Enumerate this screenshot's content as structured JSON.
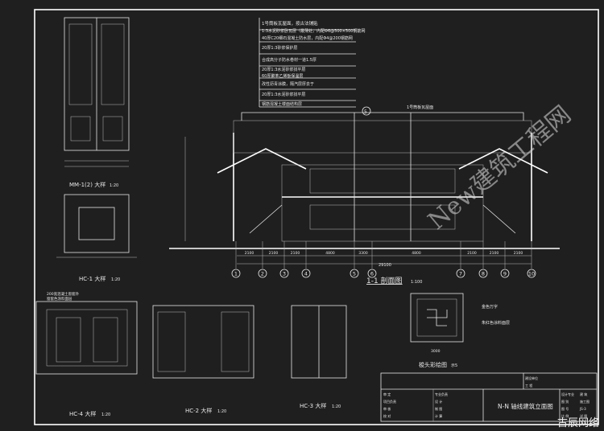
{
  "notes": [
    "1号筒板瓦屋面，按古法铺贴",
    "1:3水泥砂浆卧瓦层（最薄处，内配Φ6@500×500钢筋网",
    "40厚C20细石混凝土防水层，内配Φ4@200钢筋网",
    "20厚1:3砂浆保护层",
    "合成高分子防水卷材一道1.5厚",
    "20厚1:3水泥砂浆找平层",
    "60厚聚苯乙烯板保温层",
    "改性沥青涂膜，隔汽层厚去于",
    "20厚1:3水泥砂浆找平层",
    "钢筋混凝土楼面结构层"
  ],
  "section": {
    "roof_label": "1号筒板瓦屋面",
    "title": "1-1 剖面图",
    "scale": "1:100",
    "axes": [
      "1",
      "2",
      "3",
      "4",
      "5",
      "6",
      "7",
      "8",
      "9",
      "10"
    ],
    "dims": [
      "2100",
      "2100",
      "2100",
      "4800",
      "3300",
      "4800",
      "2100",
      "2100",
      "2100"
    ],
    "total": "29100",
    "callout": "5"
  },
  "details": {
    "mm1": {
      "title": "MM-1(2) 大样",
      "scale": "1:20"
    },
    "hc1": {
      "title": "HC-1 大样",
      "scale": "1:20"
    },
    "hc2": {
      "title": "HC-2 大样",
      "scale": "1:20"
    },
    "hc3": {
      "title": "HC-3 大样",
      "scale": "1:20"
    },
    "hc4": {
      "title": "HC-4 大样",
      "scale": "1:20"
    },
    "paint": {
      "title": "梭头彩绘图",
      "scale": "示5",
      "label1": "金色万字",
      "label2": "朱红色涂料面层",
      "dim": "3000"
    },
    "hc4_note": [
      "200宽混凝土窗套外",
      "窗套色涂料面层"
    ]
  },
  "titleblock": {
    "client": "建设单位",
    "project": "工  程",
    "left": [
      "审 定",
      "项目负责",
      "审 核",
      "校 对"
    ],
    "mid": [
      "专业负责",
      "设 计",
      "制 图",
      "计 算"
    ],
    "title": "N-N 轴线建筑立面图",
    "right_labels": [
      "设计专业",
      "图 别",
      "图 号",
      "比 例"
    ],
    "right_vals": [
      "建 筑",
      "施工图",
      "JS-3",
      "详 图"
    ]
  },
  "watermark": "New建筑工程网",
  "stamp": "古辰网络"
}
